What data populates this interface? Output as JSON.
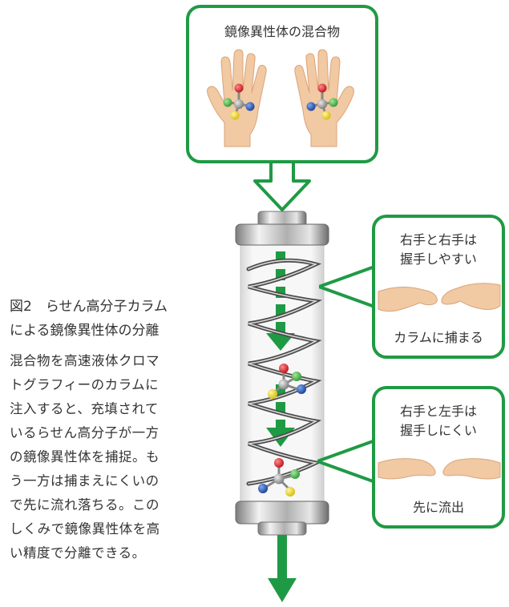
{
  "top_box": {
    "title": "鏡像異性体の混合物"
  },
  "callout_upper": {
    "title_lines": [
      "右手と右手は",
      "握手しやすい"
    ],
    "result": "カラムに捕まる"
  },
  "callout_lower": {
    "title_lines": [
      "右手と左手は",
      "握手しにくい"
    ],
    "result": "先に流出"
  },
  "caption": {
    "title_lines": [
      "図2　らせん高分子カラム",
      "による鏡像異性体の分離"
    ],
    "body_lines": [
      "混合物を高速液体クロマ",
      "トグラフィーのカラムに",
      "注入すると、充填されて",
      "いるらせん高分子が一方",
      "の鏡像異性体を捕捉。も",
      "う一方は捕まえにくいの",
      "で先に流れ落ちる。この",
      "しくみで鏡像異性体を高",
      "い精度で分離できる。"
    ]
  },
  "colors": {
    "accent_green": "#1f9a44",
    "skin": "#f1c9a2",
    "atom_red": "#d21e2b",
    "atom_green": "#4cb848",
    "atom_blue": "#1f56b5",
    "atom_yellow": "#f2dd1c",
    "atom_gray": "#9a9a9a"
  }
}
